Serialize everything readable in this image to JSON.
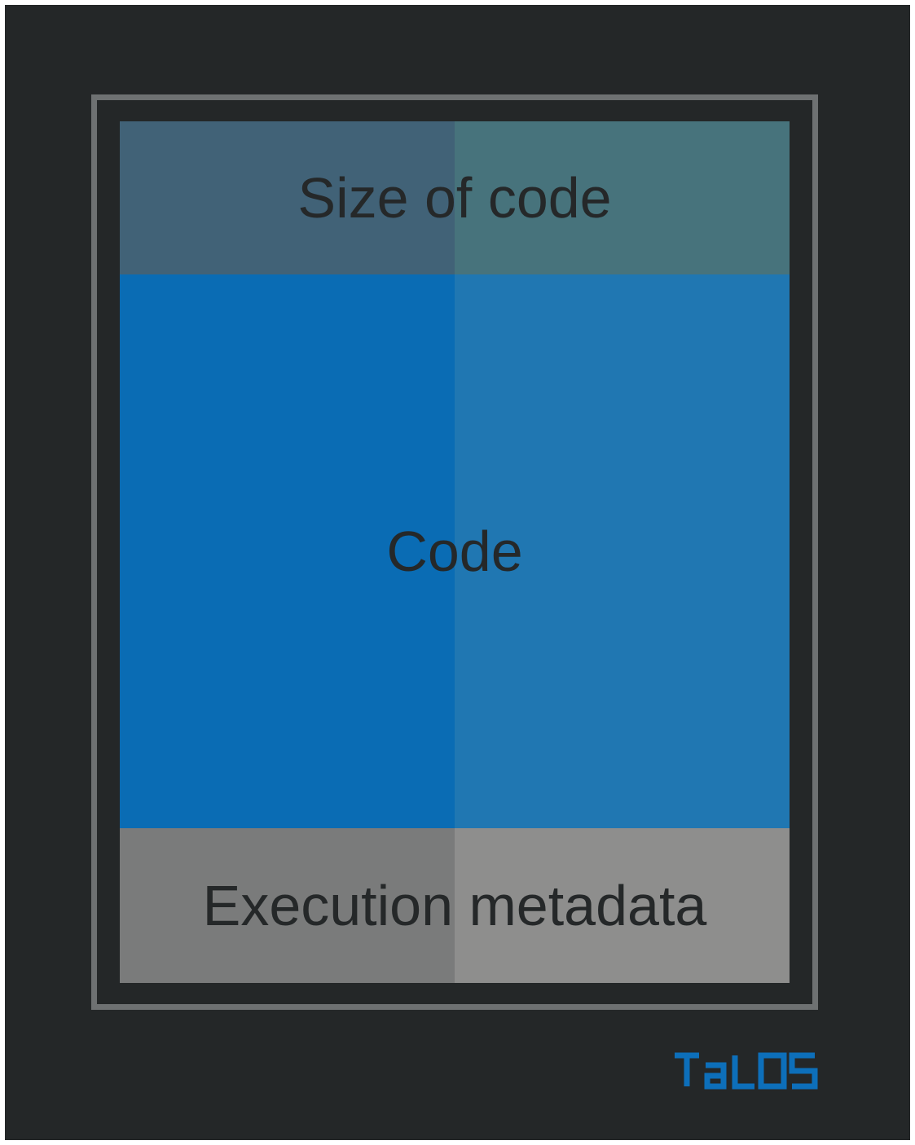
{
  "diagram": {
    "blocks": [
      {
        "id": "size",
        "label": "Size of code",
        "colors": {
          "left": "#416277",
          "right": "#47737c"
        }
      },
      {
        "id": "code",
        "label": "Code",
        "colors": {
          "left": "#0a6cb4",
          "right": "#2077b2"
        }
      },
      {
        "id": "meta",
        "label": "Execution metadata",
        "colors": {
          "left": "#7a7b7b",
          "right": "#8e8e8d"
        }
      }
    ],
    "frame_color": "#6e7172",
    "background_color": "#242728",
    "text_color": "#252829"
  },
  "brand": {
    "logo_text": "TALOS",
    "logo_color": "#0d6fba"
  }
}
